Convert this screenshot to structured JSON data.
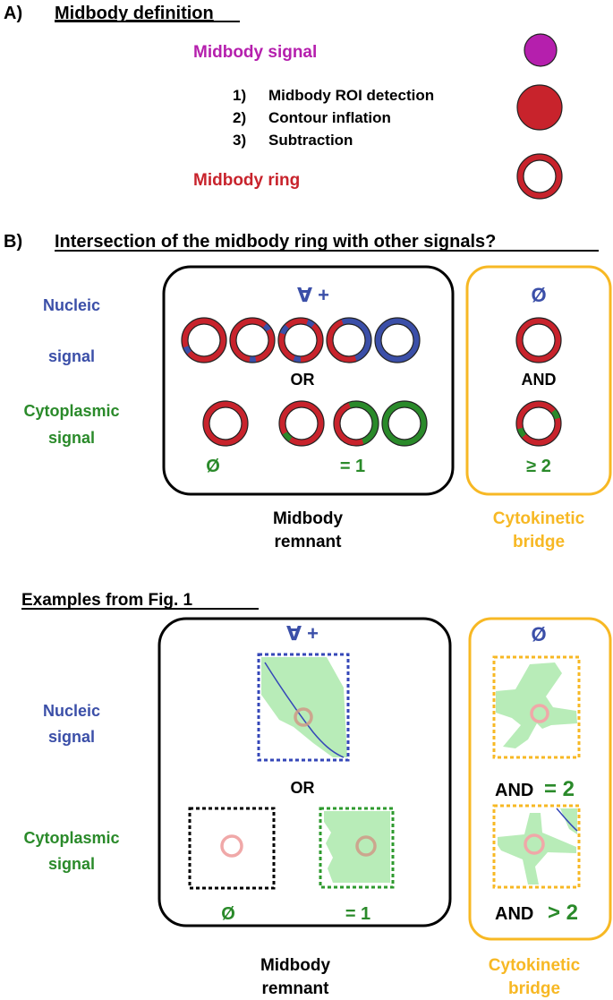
{
  "colors": {
    "red": "#c8232c",
    "blue": "#3b4fa8",
    "green": "#2a8a2a",
    "purple": "#b51fad",
    "gold": "#f7b824",
    "pale_green": "#b8ecb8",
    "pale_red": "#f0a8a8",
    "black": "#000000",
    "dot_blue": "#3547b8",
    "dot_green": "#2e9a2e"
  },
  "section_a": {
    "label": "A)",
    "title": "Midbody definition",
    "midbody_signal": "Midbody signal",
    "steps": [
      {
        "num": "1)",
        "text": "Midbody ROI detection"
      },
      {
        "num": "2)",
        "text": "Contour inflation"
      },
      {
        "num": "3)",
        "text": "Subtraction"
      }
    ],
    "midbody_ring": "Midbody ring"
  },
  "section_b": {
    "label": "B)",
    "title": "Intersection of the midbody ring with other signals?",
    "row_nucleic": [
      "Nucleic",
      "signal"
    ],
    "row_cyto": [
      "Cytoplasmic",
      "signal"
    ],
    "remnant_box": {
      "top_symbol": "∀ +",
      "or": "OR",
      "empty": "Ø",
      "eq1": "= 1"
    },
    "bridge_box": {
      "top_symbol": "Ø",
      "and": "AND",
      "ge2": "≥ 2"
    },
    "remnant_label": [
      "Midbody",
      "remnant"
    ],
    "bridge_label": [
      "Cytokinetic",
      "bridge"
    ]
  },
  "section_c": {
    "title": "Examples from Fig. 1",
    "row_nucleic": [
      "Nucleic",
      "signal"
    ],
    "row_cyto": [
      "Cytoplasmic",
      "signal"
    ],
    "remnant_box": {
      "top_symbol": "∀ +",
      "or": "OR",
      "empty": "Ø",
      "eq1": "= 1"
    },
    "bridge_box": {
      "top_symbol": "Ø",
      "and1": "AND",
      "eq2": "= 2",
      "and2": "AND",
      "gt2": "> 2"
    },
    "remnant_label": [
      "Midbody",
      "remnant"
    ],
    "bridge_label": [
      "Cytokinetic",
      "bridge"
    ]
  }
}
